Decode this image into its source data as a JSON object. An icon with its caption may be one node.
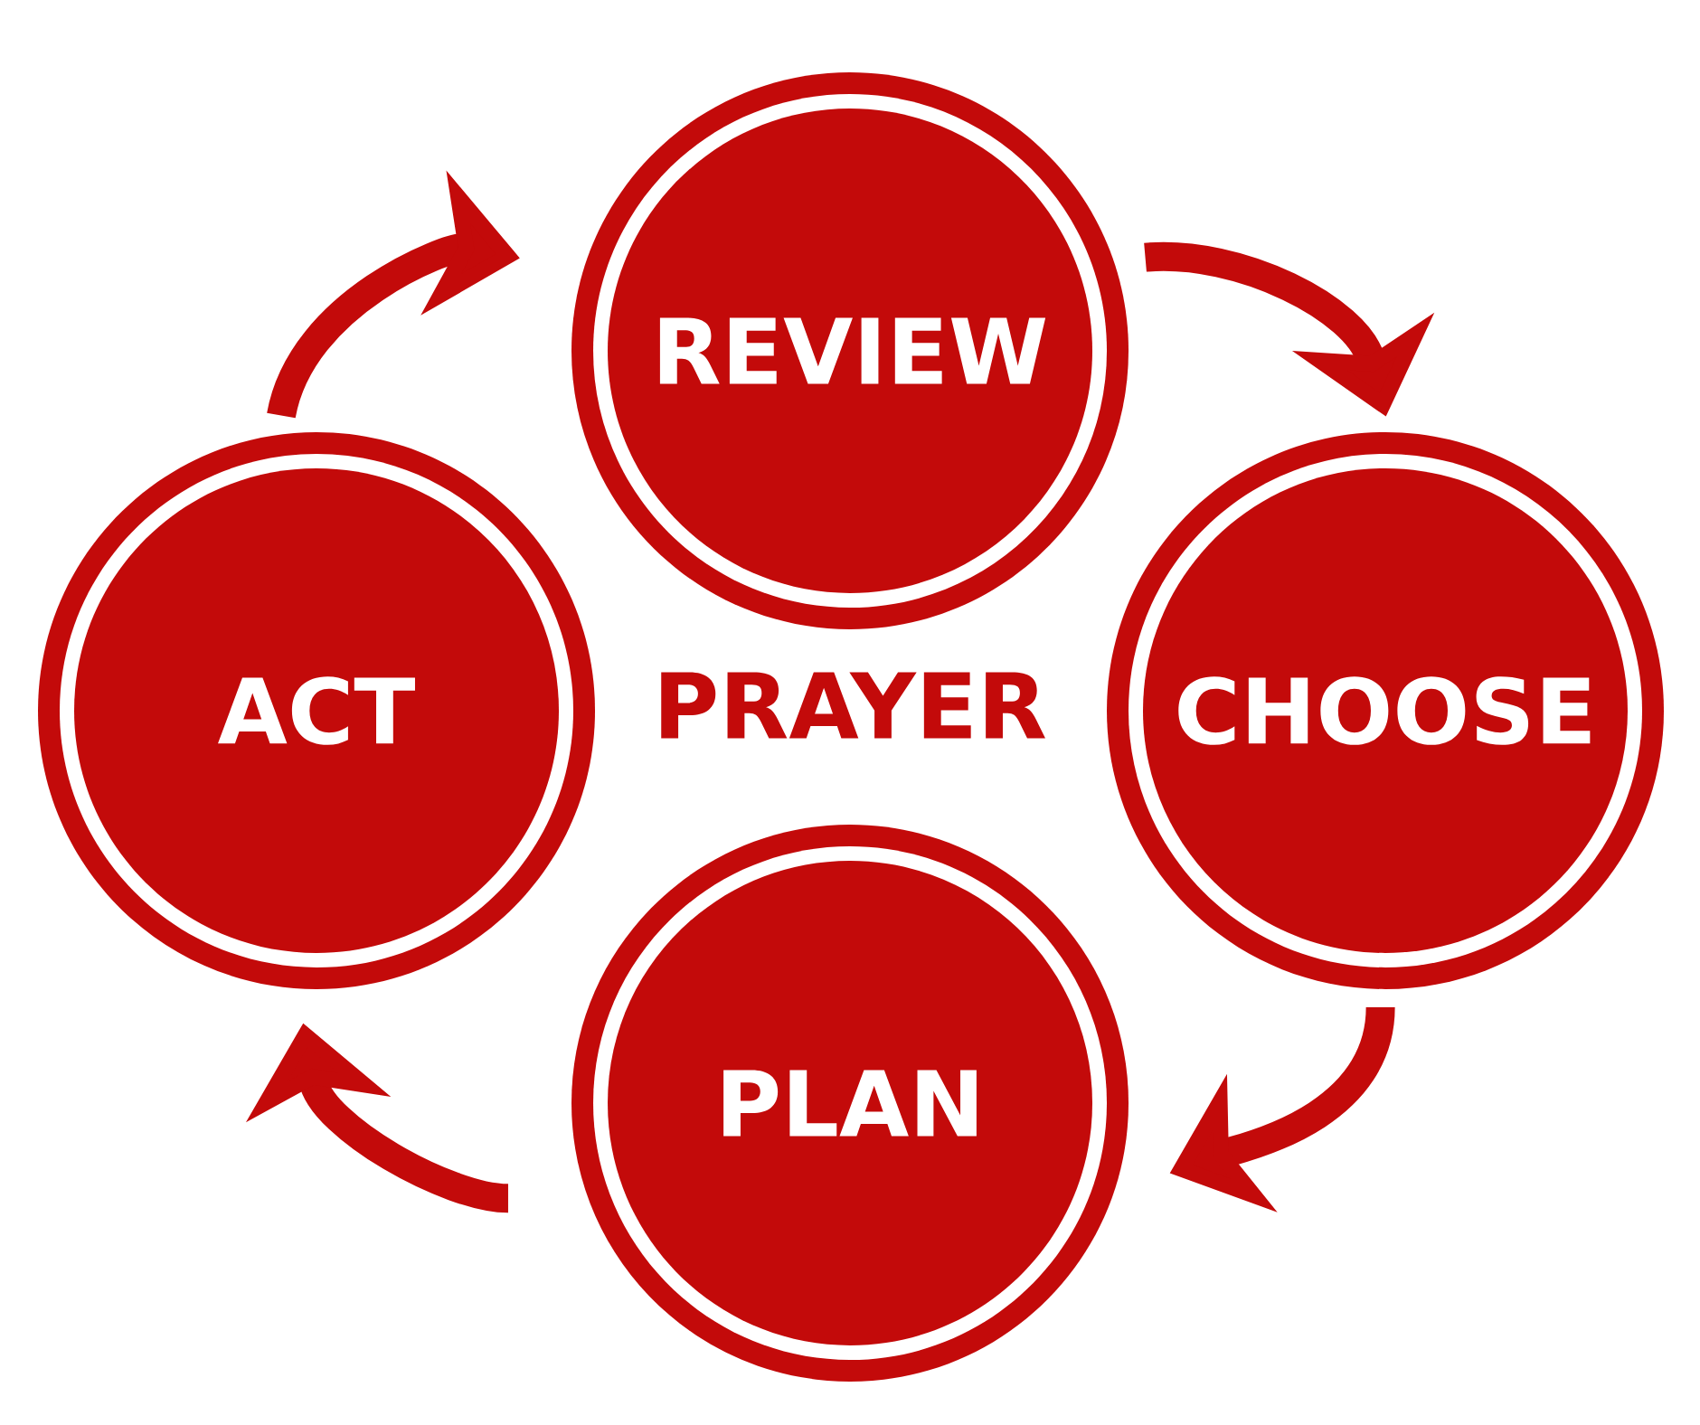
{
  "diagram": {
    "nodes": [
      {
        "text": [
          "REVIEW"
        ]
      },
      {
        "text": [
          "ACT"
        ]
      },
      {
        "text": [
          "CHOOSE"
        ]
      },
      {
        "text": [
          "PLAN"
        ]
      }
    ],
    "edges": [
      {
        "from": 0,
        "to": 2,
        "arrow": "to"
      },
      {
        "from": 2,
        "to": 3,
        "arrow": "to"
      },
      {
        "from": 3,
        "to": 1,
        "arrow": "to"
      },
      {
        "from": 1,
        "to": 0,
        "arrow": "to"
      }
    ],
    "labels": [
      "PRAYER"
    ]
  }
}
